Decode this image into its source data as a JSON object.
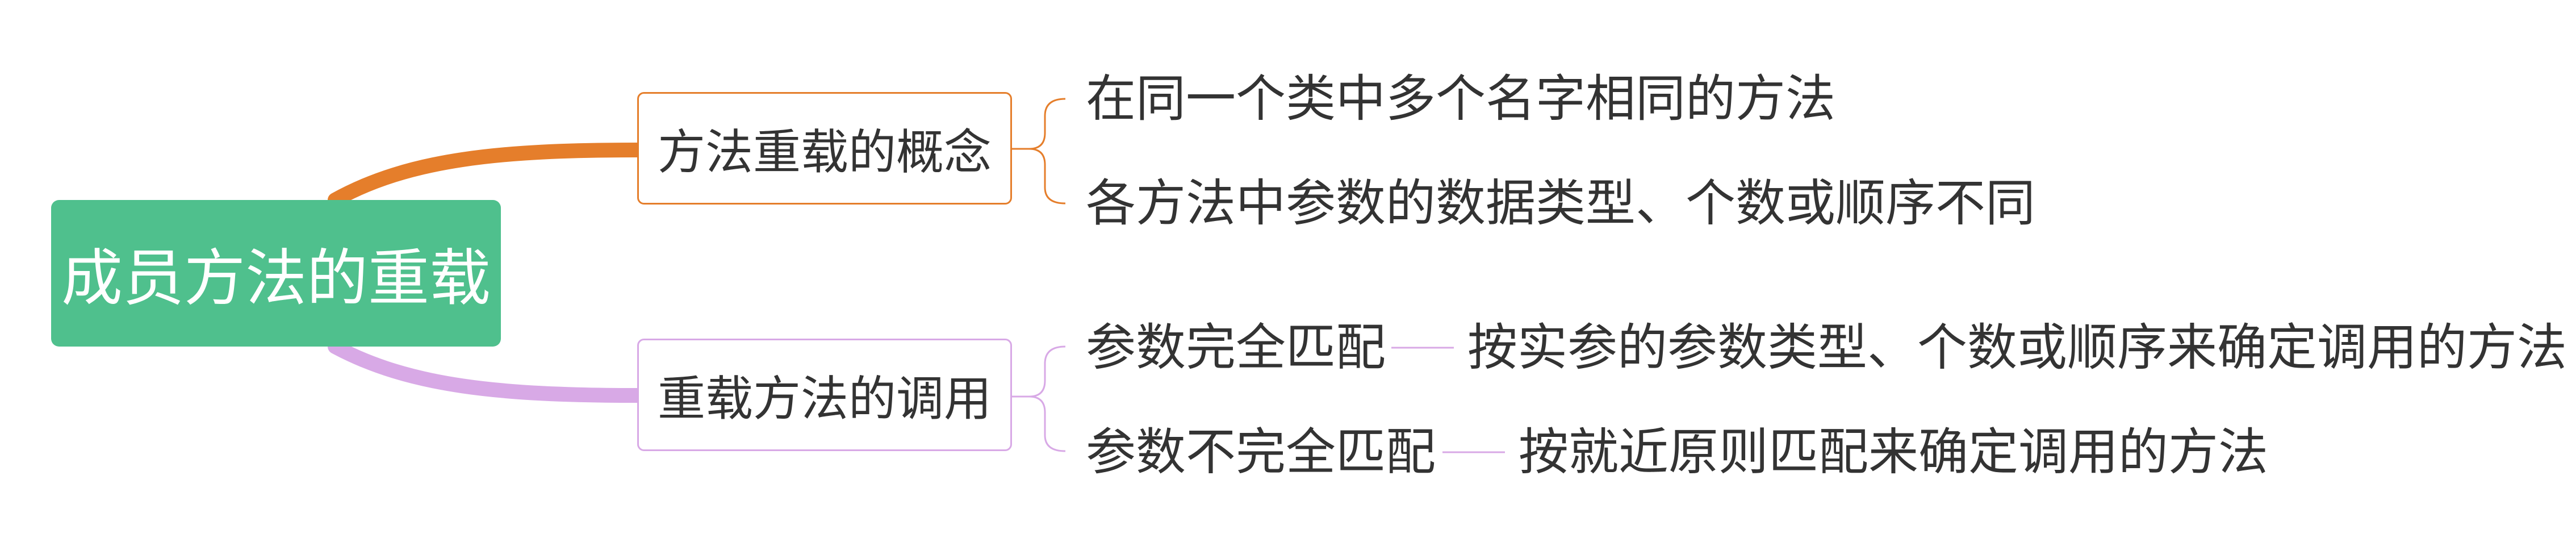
{
  "root": {
    "label": "成员方法的重载"
  },
  "branches": [
    {
      "label": "方法重载的概念",
      "color": "#e57e2b",
      "children": [
        {
          "label": "在同一个类中多个名字相同的方法"
        },
        {
          "label": "各方法中参数的数据类型、个数或顺序不同"
        }
      ]
    },
    {
      "label": "重载方法的调用",
      "color": "#d8a9e6",
      "children": [
        {
          "label": "参数完全匹配",
          "detail": "按实参的参数类型、个数或顺序来确定调用的方法"
        },
        {
          "label": "参数不完全匹配",
          "detail": "按就近原则匹配来确定调用的方法"
        }
      ]
    }
  ]
}
